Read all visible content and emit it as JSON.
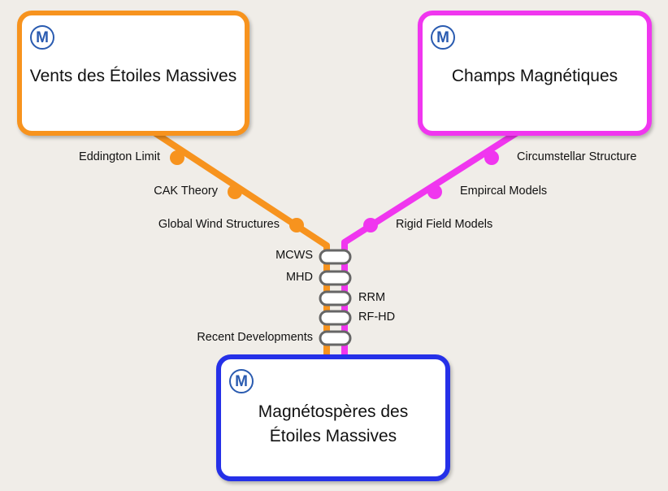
{
  "colors": {
    "background": "#f0ede8",
    "winds_line": "#f7931e",
    "magnetic_line": "#f036ef",
    "magnetosphere_box": "#2530e8",
    "metro_logo": "#2a5bb0"
  },
  "metro_logo_letter": "M",
  "boxes": {
    "winds": {
      "title": "Vents des Étoiles Massives"
    },
    "magnetic": {
      "title": "Champs Magnétiques"
    },
    "magnetospheres": {
      "title": "Magnétospères des Étoiles Massives"
    }
  },
  "winds_line_stations": [
    {
      "label": "Eddington Limit"
    },
    {
      "label": "CAK Theory"
    },
    {
      "label": "Global Wind Structures"
    }
  ],
  "magnetic_line_stations": [
    {
      "label": "Circumstellar Structure"
    },
    {
      "label": "Empircal Models"
    },
    {
      "label": "Rigid Field Models"
    }
  ],
  "shared_stations": [
    {
      "label": "MCWS"
    },
    {
      "label": "MHD"
    },
    {
      "label": "RRM"
    },
    {
      "label": "RF-HD"
    },
    {
      "label": "Recent Developments"
    }
  ]
}
